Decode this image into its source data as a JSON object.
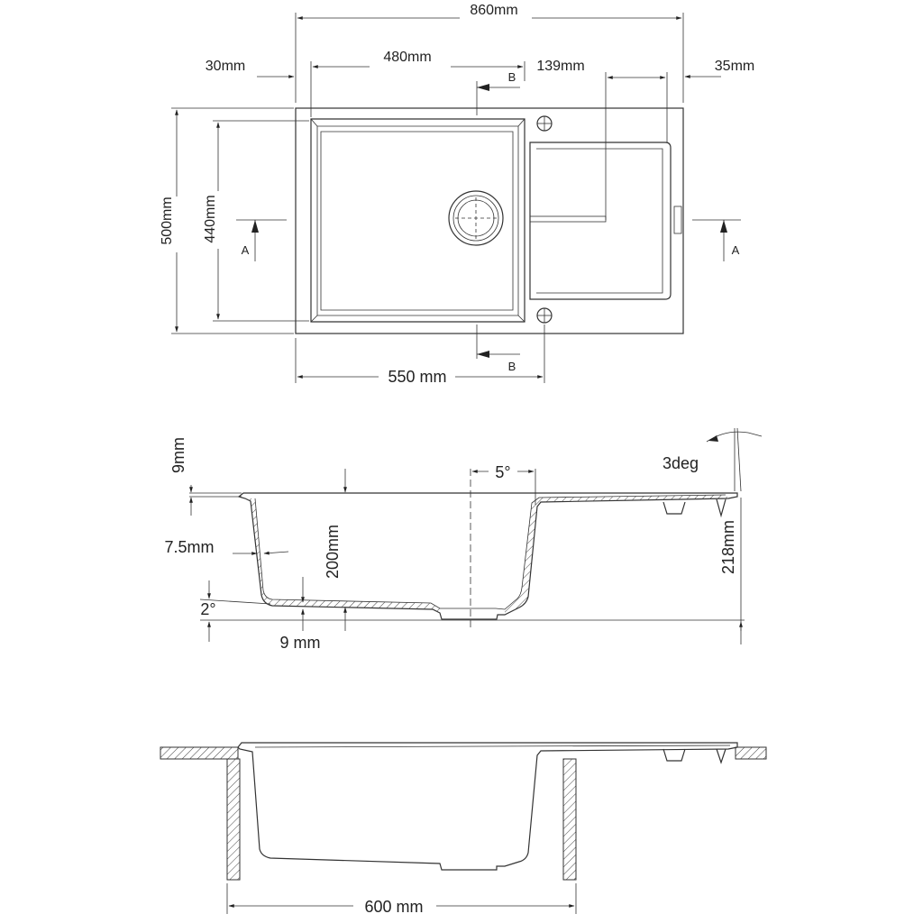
{
  "top_view": {
    "dims": {
      "overall_width": "860mm",
      "left_margin": "30mm",
      "bowl_width": "480mm",
      "drain_offset": "139mm",
      "right_margin": "35mm",
      "overall_depth": "500mm",
      "bowl_depth": "440mm",
      "cabinet_width": "550 mm"
    },
    "section_a": "A",
    "section_b": "B"
  },
  "section_view": {
    "dims": {
      "rim_thickness": "9mm",
      "wall_thickness": "7.5mm",
      "bowl_height": "200mm",
      "floor_angle": "2°",
      "floor_thickness": "9 mm",
      "wall_angle": "5°",
      "drainer_angle": "3deg",
      "total_height": "218mm"
    }
  },
  "install_view": {
    "dims": {
      "min_cabinet": "600 mm"
    }
  }
}
